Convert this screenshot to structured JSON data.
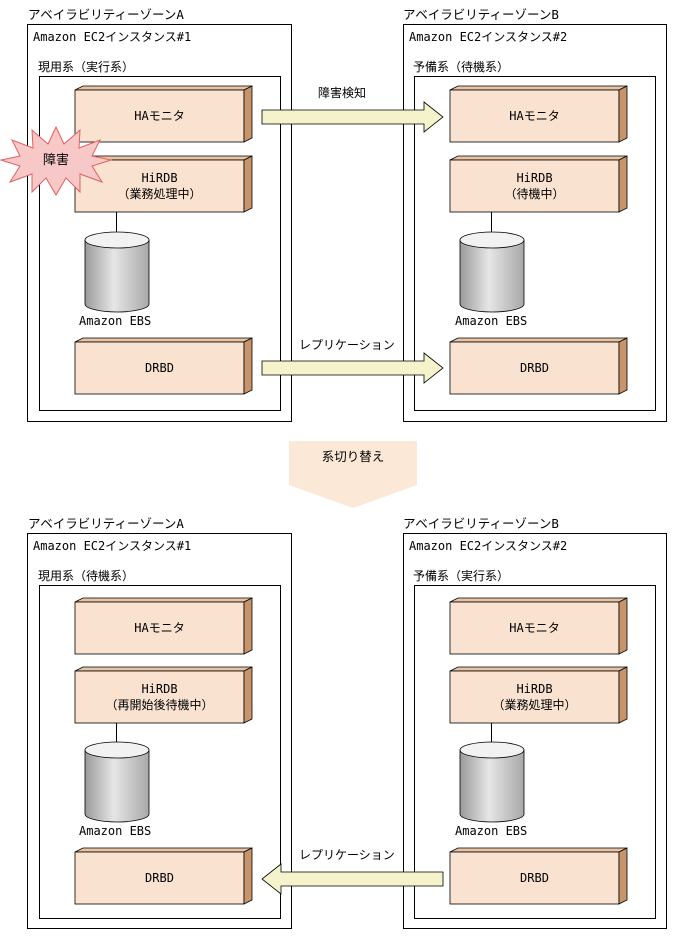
{
  "colors": {
    "component_fill": "#f9e3d0",
    "component_side": "#c8946a",
    "component_top": "#e9c4a4",
    "arrow_fill": "#f4f3cc",
    "switch_fill": "#fce8d6",
    "burst_fill": "#f8c8c8",
    "burst_stroke": "#e06060",
    "cylinder_body": "#c9c9c9"
  },
  "top": {
    "zone_a": {
      "zone_label": "アベイラビリティーゾーンA",
      "instance_label": "Amazon EC2インスタンス#1",
      "system_label": "現用系（実行系）",
      "ha_monitor": "HAモニタ",
      "hirdb_name": "HiRDB",
      "hirdb_status": "（業務処理中）",
      "ebs_label": "Amazon EBS",
      "drbd": "DRBD"
    },
    "zone_b": {
      "zone_label": "アベイラビリティーゾーンB",
      "instance_label": "Amazon EC2インスタンス#2",
      "system_label": "予備系（待機系）",
      "ha_monitor": "HAモニタ",
      "hirdb_name": "HiRDB",
      "hirdb_status": "（待機中）",
      "ebs_label": "Amazon EBS",
      "drbd": "DRBD"
    },
    "failure_label": "障害",
    "detect_label": "障害検知",
    "replication_label": "レプリケーション"
  },
  "switchover_label": "系切り替え",
  "bottom": {
    "zone_a": {
      "zone_label": "アベイラビリティーゾーンA",
      "instance_label": "Amazon EC2インスタンス#1",
      "system_label": "現用系（待機系）",
      "ha_monitor": "HAモニタ",
      "hirdb_name": "HiRDB",
      "hirdb_status": "（再開始後待機中）",
      "ebs_label": "Amazon EBS",
      "drbd": "DRBD"
    },
    "zone_b": {
      "zone_label": "アベイラビリティーゾーンB",
      "instance_label": "Amazon EC2インスタンス#2",
      "system_label": "予備系（実行系）",
      "ha_monitor": "HAモニタ",
      "hirdb_name": "HiRDB",
      "hirdb_status": "（業務処理中）",
      "ebs_label": "Amazon EBS",
      "drbd": "DRBD"
    },
    "replication_label": "レプリケーション"
  }
}
